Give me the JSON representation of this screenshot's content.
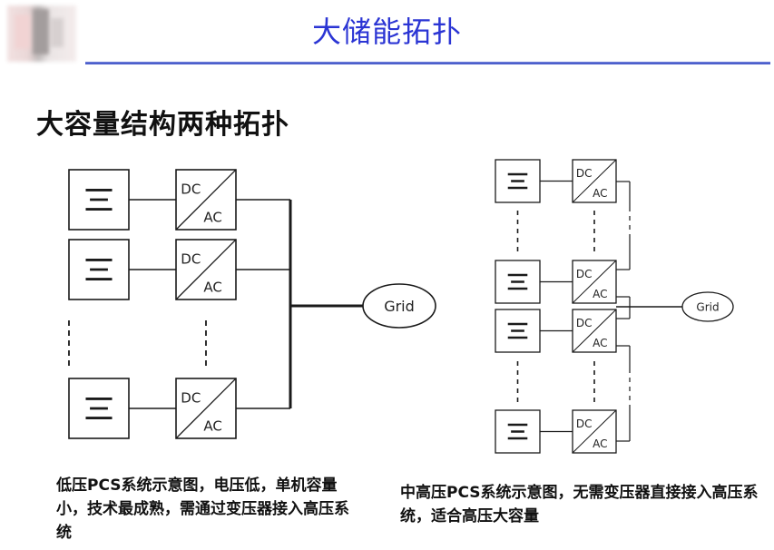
{
  "slide": {
    "title": "大储能拓扑",
    "heading": "大容量结构两种拓扑"
  },
  "left_diagram": {
    "converter_top": "DC",
    "converter_bottom": "AC",
    "grid_label": "Grid",
    "caption": "低压PCS系统示意图，电压低，单机容量小，技术最成熟，需通过变压器接入高压系统"
  },
  "right_diagram": {
    "converter_top": "DC",
    "converter_bottom": "AC",
    "grid_label": "Grid",
    "caption": "中高压PCS系统示意图，无需变压器直接接入高压系统，适合高压大容量"
  },
  "colors": {
    "title": "#2b35d4",
    "rule": "#4a5bd0",
    "stroke": "#1a1a1a"
  }
}
